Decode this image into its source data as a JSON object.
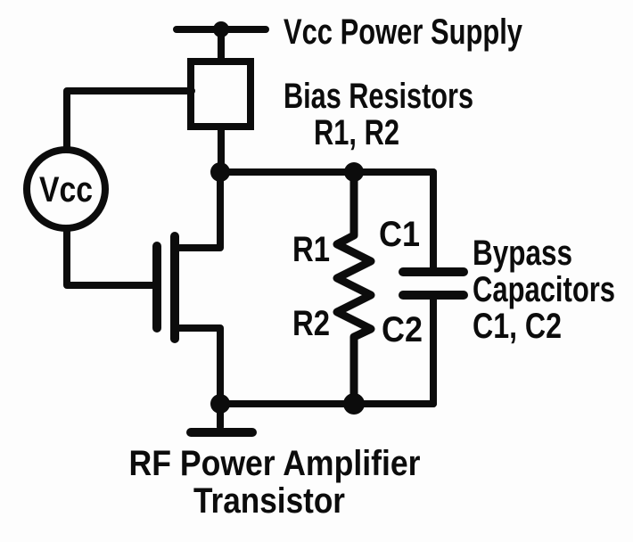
{
  "colors": {
    "ink": "#0c0c0c",
    "background": "#fdfdfd"
  },
  "labels": {
    "power_supply": "Vcc Power Supply",
    "bias_resistors_line1": "Bias Resistors",
    "bias_resistors_line2": "R1, R2",
    "vcc_source": "Vcc",
    "resistor_r1": "R1",
    "resistor_r2": "R2",
    "capacitor_c1": "C1",
    "capacitor_c2": "C2",
    "bypass_caps_line1": "Bypass",
    "bypass_caps_line2": "Capacitors",
    "bypass_caps_line3": "C1, C2",
    "transistor_line1": "RF Power Amplifier",
    "transistor_line2": "Transistor"
  }
}
